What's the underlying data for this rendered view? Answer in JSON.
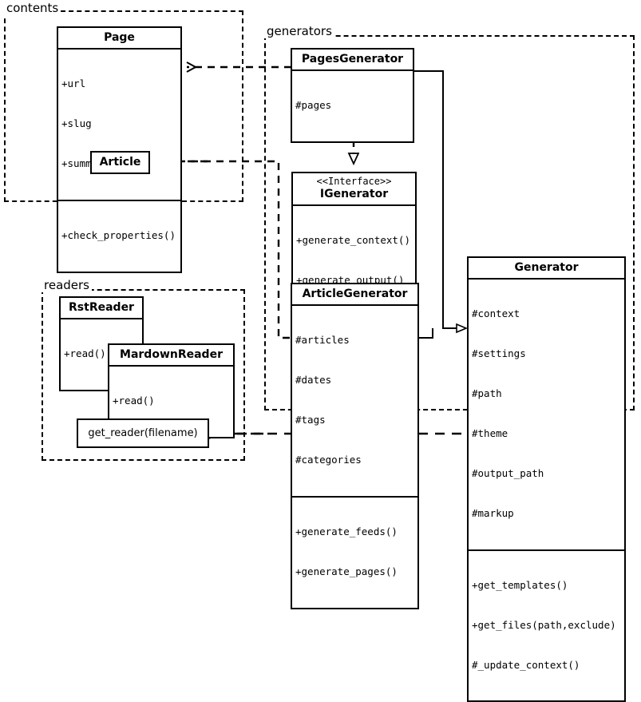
{
  "diagram": {
    "type": "uml-class-diagram",
    "packages": [
      {
        "id": "contents",
        "label": "contents"
      },
      {
        "id": "generators",
        "label": "generators"
      },
      {
        "id": "readers",
        "label": "readers"
      }
    ]
  },
  "classes": {
    "page": {
      "name": "Page",
      "attributes": [
        "+url",
        "+slug",
        "+summary"
      ],
      "operations": [
        "+check_properties()"
      ]
    },
    "article": {
      "name": "Article",
      "attributes": [],
      "operations": []
    },
    "pages_generator": {
      "name": "PagesGenerator",
      "attributes": [
        "#pages"
      ],
      "operations": []
    },
    "igenerator": {
      "stereotype": "<<Interface>>",
      "name": "IGenerator",
      "attributes": [],
      "operations": [
        "+generate_context()",
        "+generate_output()"
      ]
    },
    "article_generator": {
      "name": "ArticleGenerator",
      "attributes": [
        "#articles",
        "#dates",
        "#tags",
        "#categories"
      ],
      "operations": [
        "+generate_feeds()",
        "+generate_pages()"
      ]
    },
    "generator": {
      "name": "Generator",
      "attributes": [
        "#context",
        "#settings",
        "#path",
        "#theme",
        "#output_path",
        "#markup"
      ],
      "operations": [
        "+get_templates()",
        "+get_files(path,exclude)",
        "#_update_context()"
      ]
    },
    "rst_reader": {
      "name": "RstReader",
      "attributes": [],
      "operations": [
        "+read()"
      ]
    },
    "mardown_reader": {
      "name": "MardownReader",
      "attributes": [],
      "operations": [
        "+read()"
      ]
    },
    "get_reader": {
      "name": "get_reader(filename)"
    }
  },
  "relations": [
    {
      "id": "article-inherits-page",
      "kind": "generalization",
      "from": "Article",
      "to": "Page"
    },
    {
      "id": "pagesgen-realizes-igenerator",
      "kind": "realization",
      "from": "PagesGenerator",
      "to": "IGenerator"
    },
    {
      "id": "articlegen-inherits-igen",
      "kind": "generalization",
      "from": "ArticleGenerator",
      "to": "IGenerator"
    },
    {
      "id": "pagesgen-inherits-generator",
      "kind": "generalization",
      "from": "PagesGenerator",
      "to": "Generator"
    },
    {
      "id": "articlegen-inherits-generator",
      "kind": "generalization",
      "from": "ArticleGenerator",
      "to": "Generator"
    },
    {
      "id": "pagesgen-depends-page",
      "kind": "dependency",
      "from": "PagesGenerator",
      "to": "Page"
    },
    {
      "id": "articlegen-depends-article",
      "kind": "dependency",
      "from": "ArticleGenerator",
      "to": "Article"
    },
    {
      "id": "generator-depends-get-reader",
      "kind": "dependency",
      "from": "Generator",
      "to": "get_reader(filename)"
    },
    {
      "id": "get-reader-creates-rst",
      "kind": "create",
      "from": "get_reader(filename)",
      "to": "RstReader"
    },
    {
      "id": "get-reader-creates-mardown",
      "kind": "create",
      "from": "get_reader(filename)",
      "to": "MardownReader"
    }
  ],
  "colors": {
    "stroke": "#000000",
    "fill": "#ffffff"
  }
}
